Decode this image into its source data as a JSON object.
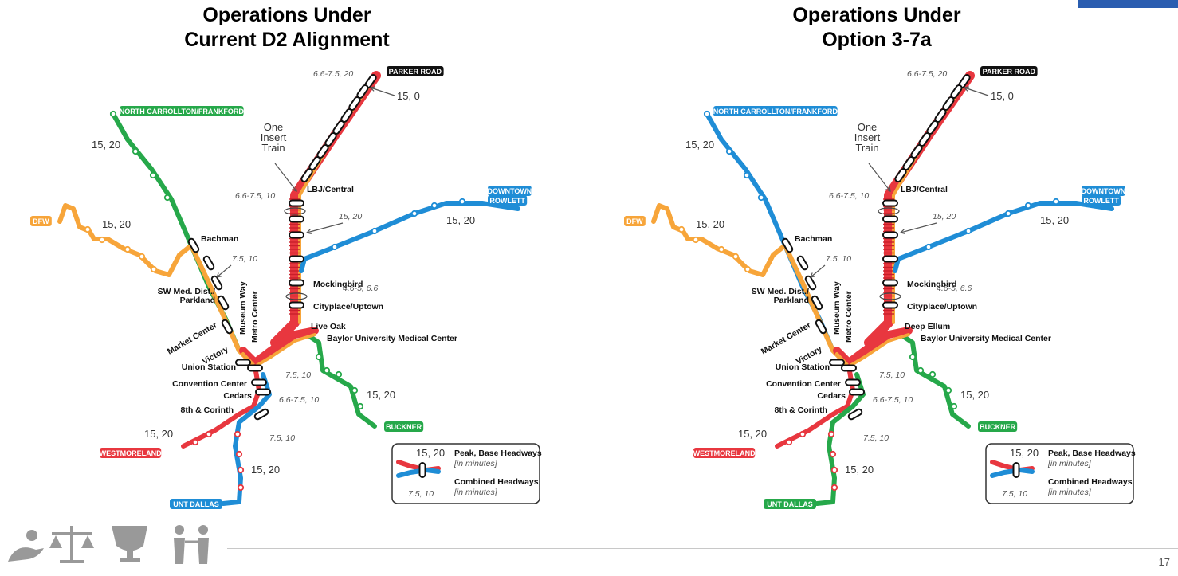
{
  "titles": {
    "left": [
      "Operations Under",
      "Current D2 Alignment"
    ],
    "right": [
      "Operations Under",
      "Option 3-7a"
    ]
  },
  "page_number": "17",
  "colors": {
    "red": "#e8373f",
    "orange": "#f7a53a",
    "green": "#26a84a",
    "blue": "#1f8dd6",
    "black": "#111111",
    "legend_border": "#333333",
    "corner": "#2a5db0",
    "icons": "#999999"
  },
  "icons": [
    "hand-heart-icon",
    "scales-icon",
    "trophy-icon",
    "people-icon"
  ],
  "terminals": {
    "parker": "PARKER ROAD",
    "north_carrollton": "NORTH CARROLLTON/FRANKFORD",
    "dfw": "DFW",
    "downtown_rowlett": [
      "DOWNTOWN",
      "ROWLETT"
    ],
    "buckner": "BUCKNER",
    "westmoreland": "WESTMORELAND",
    "unt_dallas": "UNT DALLAS"
  },
  "stations": {
    "lbj": "LBJ/Central",
    "bachman": "Bachman",
    "sw_med": [
      "SW Med. Dist./",
      "Parkland"
    ],
    "market_center": "Market Center",
    "victory": "Victory",
    "museum_way": "Museum Way",
    "metro_center": "Metro Center",
    "mockingbird": "Mockingbird",
    "cityplace": "Cityplace/Uptown",
    "union_station": "Union Station",
    "convention_center": "Convention Center",
    "cedars": "Cedars",
    "eighth_corinth": "8th & Corinth",
    "baylor": "Baylor University Medical Center",
    "live_oak": "Live Oak",
    "deep_ellum": "Deep Ellum"
  },
  "annotations": {
    "insert_train": [
      "One",
      "Insert",
      "Train"
    ],
    "parker_peak": "6.6-7.5, 20",
    "parker_base": "15, 0",
    "lbj_combined": "6.6-7.5, 10",
    "red_orange_hw": "15, 20",
    "north_carrollton_hw": "15, 20",
    "dfw_hw": "15, 20",
    "rowlett_hw": "15, 20",
    "bachman_combined": "7.5, 10",
    "mockingbird_combined": "4.6-5, 6.6",
    "union_combined": "7.5, 10",
    "cedars_combined": "6.6-7.5, 10",
    "buckner_hw": "15, 20",
    "westmoreland_hw": "15, 20",
    "south_combined": "7.5, 10",
    "unt_hw": "15, 20"
  },
  "legend": {
    "sample": "15, 20",
    "peak_base": "Peak, Base Headways",
    "in_minutes": "[in minutes]",
    "combined": "Combined Headways",
    "sample_combined": "7.5, 10"
  }
}
